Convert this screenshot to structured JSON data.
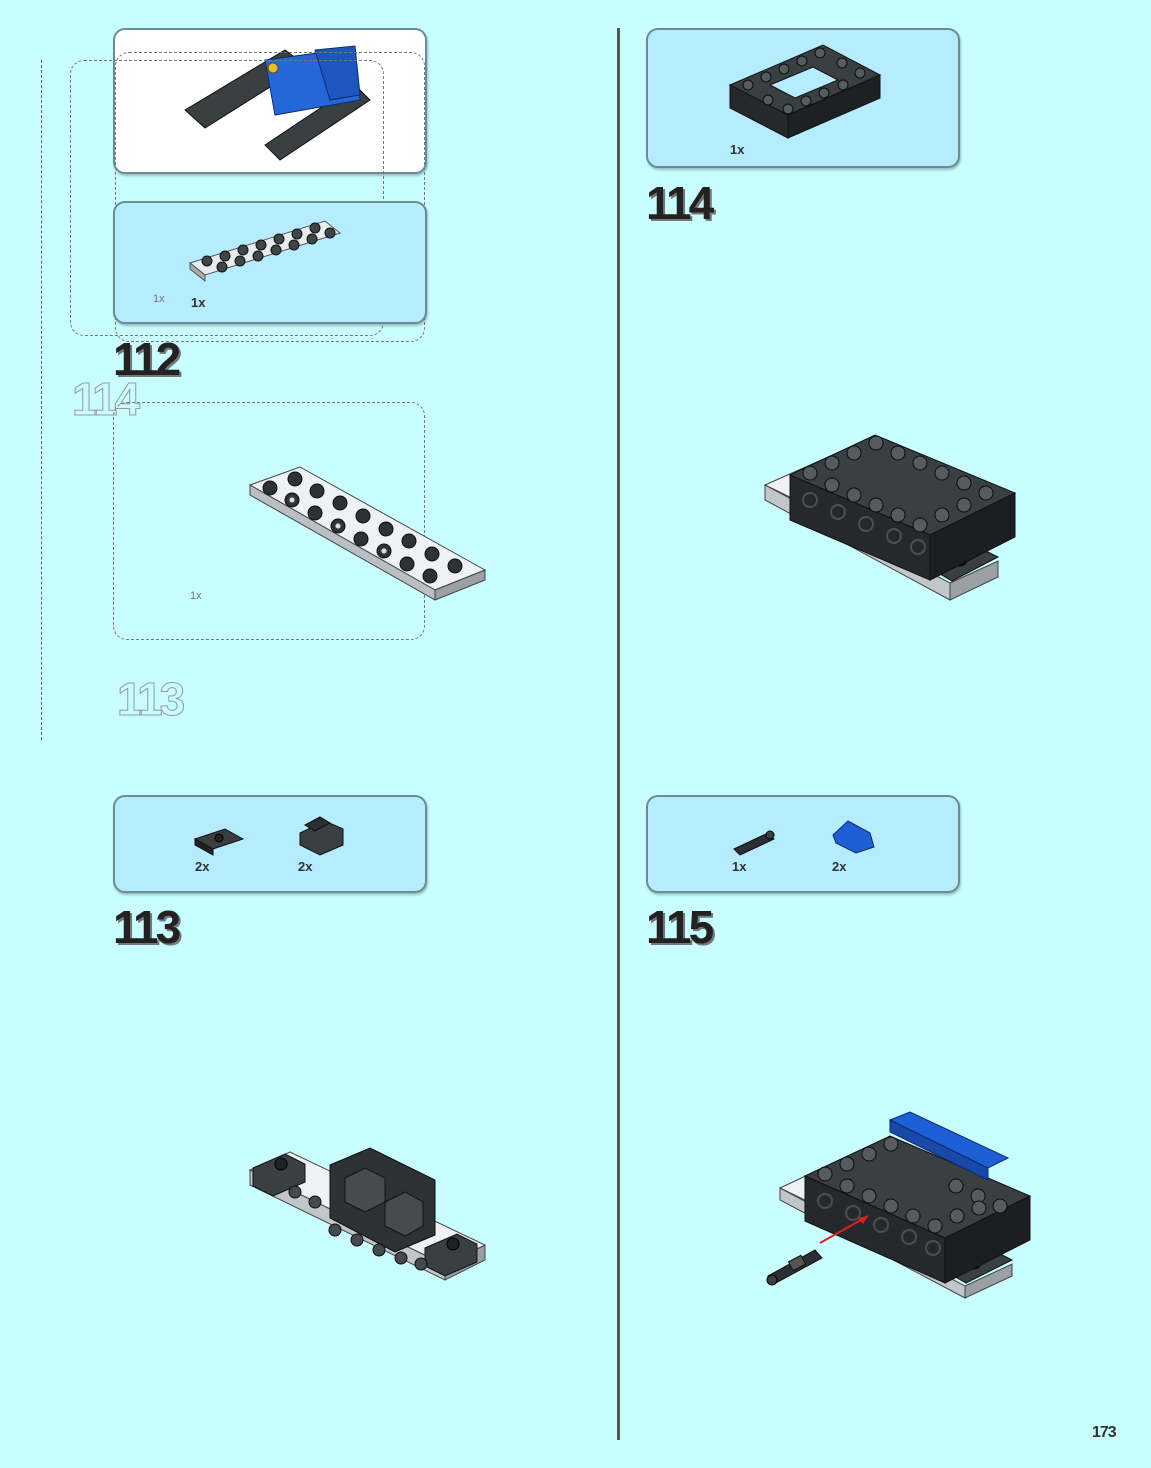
{
  "page": {
    "number": "173"
  },
  "left_column": {
    "step_112": {
      "number": "112",
      "callout_qty": "1x",
      "ghost_qty": "1x"
    },
    "ghost_steps": {
      "upper": "114",
      "lower": "113",
      "ghost_qty": "1x"
    },
    "step_113": {
      "number": "113",
      "parts": [
        {
          "qty": "2x"
        },
        {
          "qty": "2x"
        }
      ]
    }
  },
  "right_column": {
    "step_114": {
      "number": "114",
      "parts": [
        {
          "qty": "1x"
        }
      ]
    },
    "step_115": {
      "number": "115",
      "parts": [
        {
          "qty": "1x"
        },
        {
          "qty": "2x"
        }
      ]
    }
  },
  "colors": {
    "page_background": "#c8feff",
    "callout_background": "#b5ecfe",
    "brick_dark": "#2b2f31",
    "brick_blue": "#1f5fd6",
    "arrow_red": "#e02020"
  }
}
